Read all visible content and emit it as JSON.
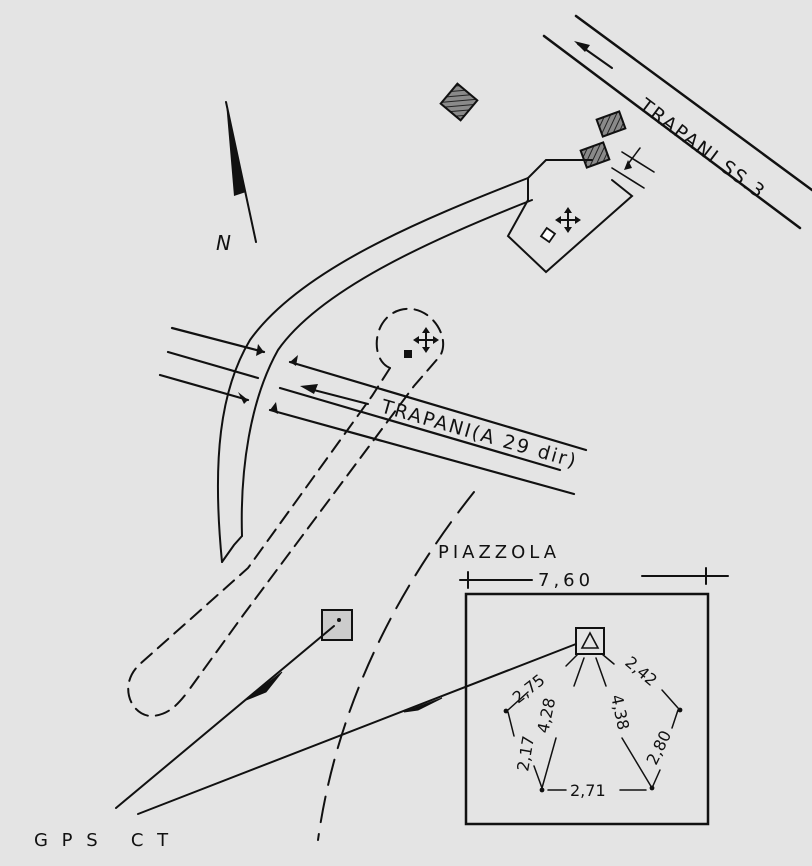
{
  "north_label": "N",
  "roads": {
    "ss3_label": "TRAPANI SS.3",
    "a29_label": "TRAPANI(A 29 dir)"
  },
  "piazzola": {
    "title": "PIAZZOLA",
    "width_label": "7,60",
    "measurements": {
      "top_left": "2,75",
      "top_right": "2,42",
      "inner_left": "4,28",
      "inner_right": "4,38",
      "left": "2,17",
      "right": "2,80",
      "bottom": "2,71"
    }
  },
  "gps_label": "G P S   C T"
}
